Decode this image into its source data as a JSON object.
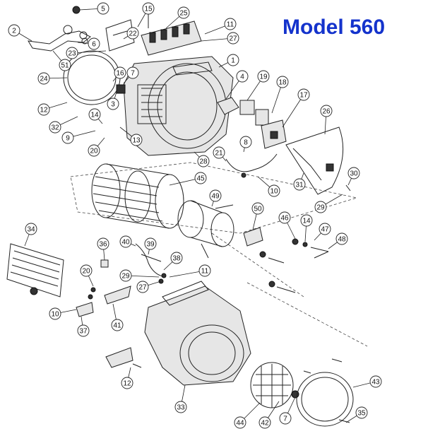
{
  "title": "Model 560",
  "colors": {
    "title": "#1433cc",
    "line": "#222222",
    "background": "#ffffff"
  },
  "callouts": [
    "5",
    "15",
    "25",
    "11",
    "2",
    "22",
    "27",
    "6",
    "23",
    "1",
    "51",
    "16",
    "7",
    "24",
    "3",
    "4",
    "19",
    "18",
    "17",
    "12",
    "14",
    "26",
    "32",
    "9",
    "13",
    "8",
    "20",
    "28",
    "21",
    "10",
    "31",
    "30",
    "45",
    "29",
    "49",
    "50",
    "34",
    "46",
    "14",
    "47",
    "48",
    "36",
    "40",
    "39",
    "38",
    "20",
    "29",
    "11",
    "27",
    "10",
    "41",
    "37",
    "12",
    "33",
    "44",
    "42",
    "7",
    "43",
    "35"
  ]
}
